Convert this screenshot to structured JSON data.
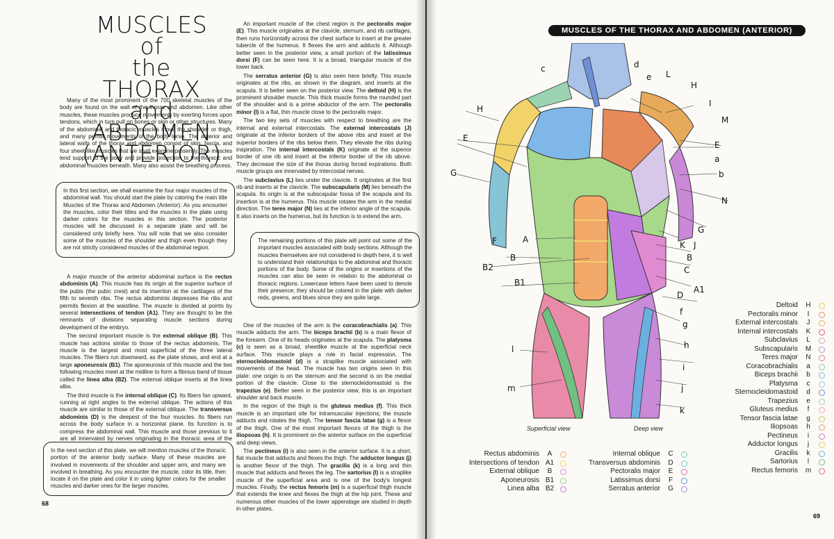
{
  "left_page": {
    "title_lines": [
      "MUSCLES of",
      "the THORAX",
      "and ABDOMEN",
      "(ANTERIOR)"
    ],
    "page_number": "68",
    "col1_para1": "Many of the most prominent of the 700 skeletal muscles of the body are found on the wall of the thorax and abdomen. Like other muscles, these muscles produce movements by exerting forces upon tendons, which in turn pull on bones or skin or other structures. Many of the abdominal and thoracic muscles move the shoulder or thigh, and many permit movements of the body torso. The anterior and lateral walls of the thorax and abdomen consist of skin, fascia, and four sheet-like muscles that we shall examine presently. The muscles lend support to the body and provide protection to the thoracic and abdominal muscles beneath. Many also assist the breathing process.",
    "box1": "In this first section, we shall examine the four major muscles of the abdominal wall. You should start the plate by coloring the main title Muscles of the Thorax and Abdomen (Anterior). As you encounter the muscles, color their titles and the muscles in the plate using darker colors for the muscles in this section. The posterior muscles will be discussed in a separate plate and will be considered only briefly here. You will note that we also consider some of the muscles of the shoulder and thigh even though they are not strictly considered muscles of the abdominal region.",
    "col1_para2_a": "A major muscle of the anterior abdominal surface is the ",
    "col1_para2_b": "rectus abdominis (A)",
    "col1_para2_c": ". This muscle has its origin at the superior surface of the pubis (the pubic crest) and its insertion at the cartilages of the fifth to seventh ribs. The rectus abdominis depresses the ribs and permits flexion at the waistline. The muscle is divided at points by several ",
    "col1_para2_d": "intersections of tendon (A1)",
    "col1_para2_e": ". They are thought to be the remnants of divisions separating muscle sections during development of the embryo.",
    "col1_para3_a": "The second important muscle is the ",
    "col1_para3_b": "external oblique (B)",
    "col1_para3_c": ". This muscle has actions similar to those of the rectus abdominis. The muscle is the largest and most superficial of the three lateral muscles. The fibers run downward, as the plate shows, and end at a large ",
    "col1_para3_d": "aponeurosis (B1)",
    "col1_para3_e": ". The aponeurosis of this muscle and the two following muscles meet at the midline to form a fibrous band of tissue called the ",
    "col1_para3_f": "linea alba (B2)",
    "col1_para3_g": ". The external oblique inserts at the linea alba.",
    "col1_para4_a": "The third muscle is the ",
    "col1_para4_b": "internal oblique (C)",
    "col1_para4_c": ". Its fibers fan upward, running at right angles to the external oblique. The actions of this muscle are similar to those of the external oblique. The ",
    "col1_para4_d": "transversus abdominis (D)",
    "col1_para4_e": " is the deepest of the four muscles. Its fibers run across the body surface in a horizontal plane. Its function is to compress the abdominal wall. This muscle and those previous to it are all innervated by nerves originating in the thoracic area of the spinal cord.",
    "box2": "In the next section of this plate, we will mention muscles of the thoracic portion of the anterior body surface. Many of these muscles are involved in movements of the shoulder and upper arm, and many are involved in breathing. As you encounter the muscle, color its title, then locate it on the plate and color it in using lighter colors for the smaller muscles and darker ones for the larger muscles.",
    "col2_p1_a": "An important muscle of the chest region is the ",
    "col2_p1_b": "pectoralis major (E)",
    "col2_p1_c": ". This muscle originates at the clavicle, sternum, and rib cartilages, then runs horizontally across the chest surface to insert at the greater tubercle of the humerus. It flexes the arm and adducts it. Although better seen in the posterior view, a small portion of the ",
    "col2_p1_d": "latissimus dorsi (F)",
    "col2_p1_e": " can be seen here. It is a broad, triangular muscle of the lower back.",
    "col2_p2_a": "The ",
    "col2_p2_b": "serratus anterior (G)",
    "col2_p2_c": " is also seen here briefly. This muscle originates at the ribs, as shown in the diagram, and inserts at the scapula. It is better seen on the posterior view. The ",
    "col2_p2_d": "deltoid (H)",
    "col2_p2_e": " is the prominent shoulder muscle. This thick muscle forms the rounded part of the shoulder and is a prime abductor of the arm. The ",
    "col2_p2_f": "pectoralis minor (I)",
    "col2_p2_g": " is a flat, thin muscle close to the pectoralis major.",
    "col2_p3_a": "The two key sets of muscles with respect to breathing are the internal and external intercostals. The ",
    "col2_p3_b": "external intercostals (J)",
    "col2_p3_c": " originate at the inferior borders of the above ribs and insert at the superior borders of the ribs below them. They elevate the ribs during inspiration. The ",
    "col2_p3_d": "internal intercostals (K)",
    "col2_p3_e": " originate at the superior border of one rib and insert at the inferior border of the rib above. They decrease the size of the thorax during forced expirations. Both muscle groups are innervated by intercostal nerves.",
    "col2_p4_a": "The ",
    "col2_p4_b": "subclavius (L)",
    "col2_p4_c": " lies under the clavicle. It originates at the first rib and inserts at the clavicle. The ",
    "col2_p4_d": "subscapularis (M)",
    "col2_p4_e": " lies beneath the scapula. Its origin is at the subscapular fossa of the scapula and its insertion is at the humerus. This muscle rotates the arm in the medial direction. The ",
    "col2_p4_f": "teres major (N)",
    "col2_p4_g": " lies at the inferior angle of the scapula. It also inserts on the humerus, but its function is to extend the arm.",
    "box3": "The remaining portions of this plate will point out some of the important muscles associated with body sections. Although the muscles themselves are not considered in depth here, it is well to understand their relationships to the abdominal and thoracic portions of the body. Some of the origins or insertions of the muscles can also be seen in relation to the abdominal or thoracic regions. Lowercase letters have been used to denote their presence; they should be colored in the plate with darker reds, greens, and blues since they are quite large.",
    "col2_p5_a": "One of the muscles of the arm is the ",
    "col2_p5_b": "coracobrachialis (a)",
    "col2_p5_c": ". This muscle adducts the arm. The ",
    "col2_p5_d": "biceps brachii (b)",
    "col2_p5_e": " is a main flexor of the forearm. One of its heads originates at the scapula. The ",
    "col2_p5_f": "platysma (c)",
    "col2_p5_g": " is seen as a broad, sheetlike muscle at the superficial neck surface. This muscle plays a role in facial expression. The ",
    "col2_p5_h": "sternocleidomastoid (d)",
    "col2_p5_i": " is a straplike muscle associated with movements of the head. The muscle has two origins seen in this plate: one origin is on the sternum and the second is on the medial portion of the clavicle. Close to the sternocleidomastoid is the ",
    "col2_p5_j": "trapezius (e)",
    "col2_p5_k": ". Better seen in the posterior view, this is an important shoulder and back muscle.",
    "col2_p6_a": "In the region of the thigh is the ",
    "col2_p6_b": "gluteus medius (f)",
    "col2_p6_c": ". This thick muscle is an important site for intramuscular injections; the muscle adducts and rotates the thigh. The ",
    "col2_p6_d": "tensor fascia latae (g)",
    "col2_p6_e": " is a flexor of the thigh. One of the most important flexors of the thigh is the ",
    "col2_p6_f": "iliopsoas (h)",
    "col2_p6_g": ". It is prominent on the anterior surface on the superficial and deep views.",
    "col2_p7_a": "The ",
    "col2_p7_b": "pectineus (i)",
    "col2_p7_c": " is also seen in the anterior surface. It is a short, flat muscle that adducts and flexes the thigh. The ",
    "col2_p7_d": "adductor longus (j)",
    "col2_p7_e": " is another flexor of the thigh. The ",
    "col2_p7_f": "gracilis (k)",
    "col2_p7_g": " is a long and thin muscle that adducts and flexes the leg. The ",
    "col2_p7_h": "sartorius (l)",
    "col2_p7_i": " is a straplike muscle of the superficial area and is one of the body's longest muscles. Finally, the ",
    "col2_p7_j": "rectus femoris (m)",
    "col2_p7_k": " is a superficial thigh muscle that extends the knee and flexes the thigh at the hip joint. These and numerous other muscles of the lower appendage are studied in depth in other plates."
  },
  "right_page": {
    "banner": "MUSCLES OF THE THORAX AND ABDOMEN (ANTERIOR)",
    "page_number": "69",
    "view_superficial": "Superficial view",
    "view_deep": "Deep view",
    "figure_labels": {
      "c": "c",
      "d": "d",
      "e": "e",
      "L": "L",
      "H_r": "H",
      "I": "I",
      "M": "M",
      "E_r": "E",
      "a": "a",
      "b": "b",
      "N": "N",
      "H_l": "H",
      "E_l": "E",
      "G_l": "G",
      "G_r": "G",
      "K": "K",
      "J": "J",
      "F": "F",
      "A": "A",
      "B_r": "B",
      "B_l": "B",
      "C": "C",
      "B2": "B2",
      "B1": "B1",
      "A1": "A1",
      "D": "D",
      "f": "f",
      "g": "g",
      "h": "h",
      "l": "l",
      "i": "i",
      "m": "m",
      "j": "j",
      "k": "k"
    },
    "key_bottom_left": [
      {
        "name": "Rectus abdominis",
        "letter": "A",
        "color": "#f2a96a"
      },
      {
        "name": "Intersections of tendon",
        "letter": "A1",
        "color": "#f4d36a"
      },
      {
        "name": "External oblique",
        "letter": "B",
        "color": "#e08ad1"
      },
      {
        "name": "Aponeurosis",
        "letter": "B1",
        "color": "#9ad67a"
      },
      {
        "name": "Linea alba",
        "letter": "B2",
        "color": "#c27ce0"
      }
    ],
    "key_bottom_mid": [
      {
        "name": "Internal oblique",
        "letter": "C",
        "color": "#7cc7a4"
      },
      {
        "name": "Transversus abdominis",
        "letter": "D",
        "color": "#70c5c9"
      },
      {
        "name": "Pectoralis major",
        "letter": "E",
        "color": "#d46bb6"
      },
      {
        "name": "Latissimus dorsi",
        "letter": "F",
        "color": "#5b8fd6"
      },
      {
        "name": "Serratus anterior",
        "letter": "G",
        "color": "#9c8ad8"
      }
    ],
    "key_right": [
      {
        "name": "Deltoid",
        "letter": "H",
        "color": "#f2c94a"
      },
      {
        "name": "Pectoralis minor",
        "letter": "I",
        "color": "#e68a5a"
      },
      {
        "name": "External intercostals",
        "letter": "J",
        "color": "#e7a95a"
      },
      {
        "name": "Internal intercostals",
        "letter": "K",
        "color": "#d75a6c"
      },
      {
        "name": "Subclavius",
        "letter": "L",
        "color": "#d8a0b0"
      },
      {
        "name": "Subscapularis",
        "letter": "M",
        "color": "#c989d6"
      },
      {
        "name": "Teres major",
        "letter": "N",
        "color": "#e07aa0"
      },
      {
        "name": "Coracobrachialis",
        "letter": "a",
        "color": "#86d09a"
      },
      {
        "name": "Biceps brachii",
        "letter": "b",
        "color": "#78c0d4"
      },
      {
        "name": "Platysma",
        "letter": "c",
        "color": "#a7c0e8"
      },
      {
        "name": "Sternocleidomastoid",
        "letter": "d",
        "color": "#6f8fd6"
      },
      {
        "name": "Trapezius",
        "letter": "e",
        "color": "#9bd3b0"
      },
      {
        "name": "Gluteus medius",
        "letter": "f",
        "color": "#f0a8b8"
      },
      {
        "name": "Tensor fascia latae",
        "letter": "g",
        "color": "#d6c65a"
      },
      {
        "name": "Iliopsoas",
        "letter": "h",
        "color": "#e8a070"
      },
      {
        "name": "Pectineus",
        "letter": "i",
        "color": "#d07ab8"
      },
      {
        "name": "Adductor longus",
        "letter": "j",
        "color": "#f0d060"
      },
      {
        "name": "Gracilis",
        "letter": "k",
        "color": "#6ab0e0"
      },
      {
        "name": "Sartorius",
        "letter": "l",
        "color": "#70c080"
      },
      {
        "name": "Rectus femoris",
        "letter": "m",
        "color": "#e06a9a"
      }
    ]
  }
}
